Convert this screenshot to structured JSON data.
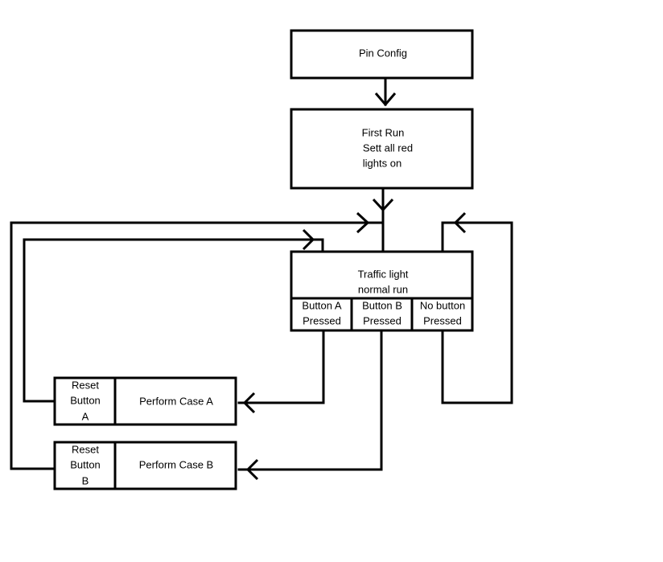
{
  "nodes": {
    "pin_config": "Pin Config",
    "first_run": [
      "First Run",
      "Sett all red",
      "lights on"
    ],
    "traffic_light": [
      "Traffic light",
      "normal run"
    ],
    "button_a_pressed": [
      "Button A",
      "Pressed"
    ],
    "button_b_pressed": [
      "Button B",
      "Pressed"
    ],
    "no_button_pressed": [
      "No button",
      "Pressed"
    ],
    "reset_button_a": [
      "Reset",
      "Button",
      "A"
    ],
    "perform_case_a": "Perform Case A",
    "reset_button_b": [
      "Reset",
      "Button",
      "B"
    ],
    "perform_case_b": "Perform Case B"
  }
}
